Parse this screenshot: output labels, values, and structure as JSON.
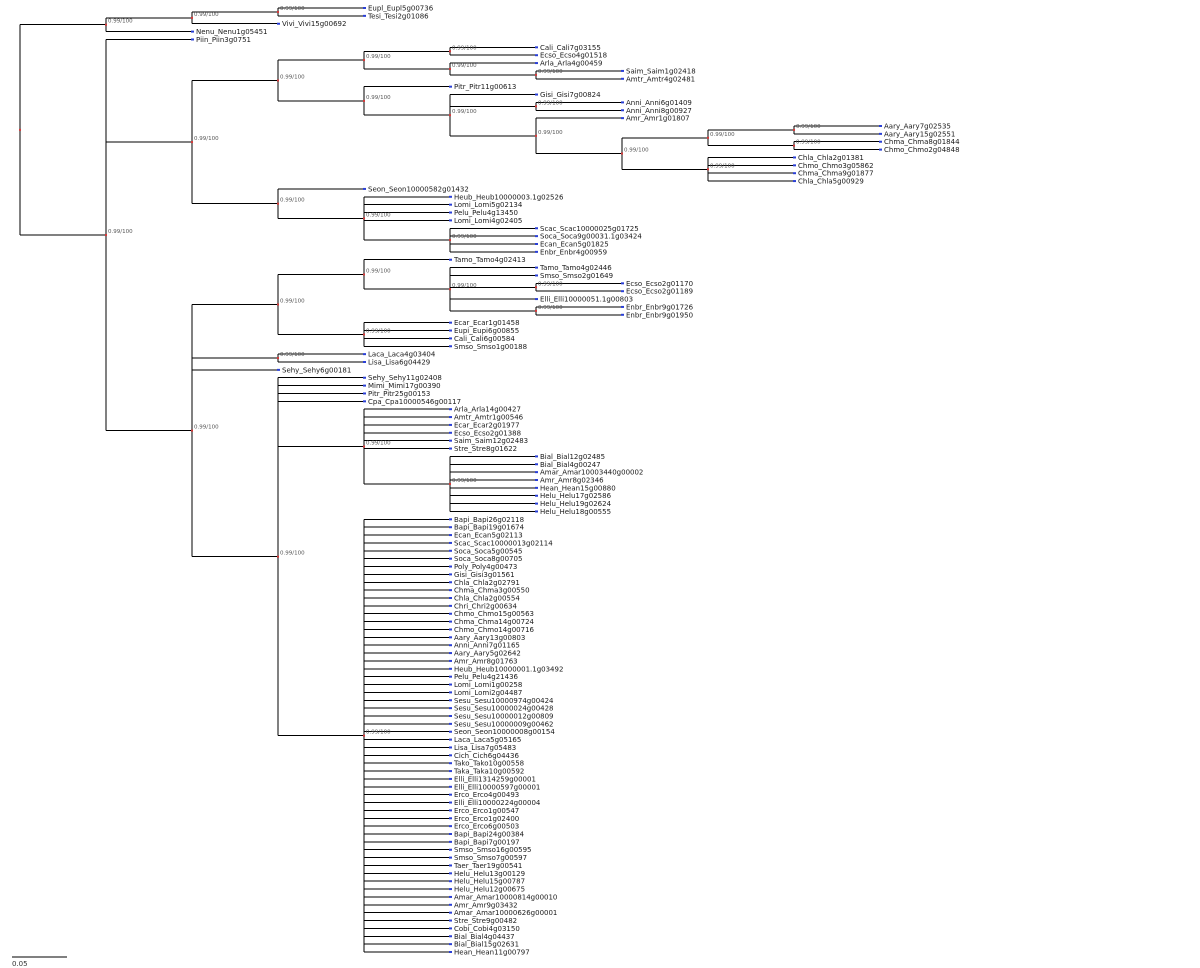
{
  "tree": {
    "scale_bar_label": "0.05",
    "colors": {
      "branch": "#000000",
      "leaf_marker": "#2a3fd6",
      "node_marker": "#d63a3a"
    },
    "root": {
      "children": [
        {
          "support": "0.99/100",
          "children": [
            {
              "support": "0.99/100",
              "children": [
                {
                  "support": "0.99/100",
                  "children": [
                    {
                      "label": "Eupl_Eupl5g00736"
                    },
                    {
                      "label": "Tesi_Tesi2g01086"
                    }
                  ]
                },
                {
                  "label": "Vivi_Vivi15g00692"
                }
              ]
            },
            {
              "label": "Nenu_Nenu1g05451"
            }
          ]
        },
        {
          "support": "0.99/100",
          "children": [
            {
              "label": "Piin_Piin3g0751"
            },
            {
              "support": "0.99/100",
              "children": [
                {
                  "support": "0.99/100",
                  "children": [
                    {
                      "support": "0.99/100",
                      "children": [
                        {
                          "support": "0.99/100",
                          "children": [
                            {
                              "label": "Cali_Cali7g03155"
                            },
                            {
                              "label": "Ecso_Ecso4g01518"
                            }
                          ]
                        },
                        {
                          "support": "0.99/100",
                          "children": [
                            {
                              "label": "Arla_Arla4g00459"
                            },
                            {
                              "support": "0.99/100",
                              "children": [
                                {
                                  "label": "Saim_Saim1g02418"
                                },
                                {
                                  "label": "Amtr_Amtr4g02481"
                                }
                              ]
                            }
                          ]
                        }
                      ]
                    },
                    {
                      "support": "0.99/100",
                      "children": [
                        {
                          "label": "Pitr_Pitr11g00613"
                        },
                        {
                          "support": "0.99/100",
                          "children": [
                            {
                              "label": "Gisi_Gisi7g00824"
                            },
                            {
                              "support": "0.99/100",
                              "children": [
                                {
                                  "label": "Anni_Anni6g01409"
                                },
                                {
                                  "label": "Anni_Anni8g00927"
                                }
                              ]
                            },
                            {
                              "support": "0.99/100",
                              "children": [
                                {
                                  "label": "Amr_Amr1g01807"
                                },
                                {
                                  "support": "0.99/100",
                                  "children": [
                                    {
                                      "support": "0.99/100",
                                      "children": [
                                        {
                                          "support": "0.99/100",
                                          "children": [
                                            {
                                              "label": "Aary_Aary7g02535"
                                            },
                                            {
                                              "label": "Aary_Aary15g02551"
                                            }
                                          ]
                                        },
                                        {
                                          "support": "0.99/100",
                                          "children": [
                                            {
                                              "label": "Chma_Chma8g01844"
                                            },
                                            {
                                              "label": "Chmo_Chmo2g04848"
                                            }
                                          ]
                                        }
                                      ]
                                    },
                                    {
                                      "support": "0.99/100",
                                      "children": [
                                        {
                                          "label": "Chla_Chla2g01381"
                                        },
                                        {
                                          "label": "Chmo_Chmo3g05862"
                                        },
                                        {
                                          "label": "Chma_Chma9g01877"
                                        },
                                        {
                                          "label": "Chla_Chla5g00929"
                                        }
                                      ]
                                    }
                                  ]
                                }
                              ]
                            }
                          ]
                        }
                      ]
                    }
                  ]
                },
                {
                  "support": "0.99/100",
                  "children": [
                    {
                      "label": "Seon_Seon10000582g01432"
                    },
                    {
                      "support": "0.99/100",
                      "children": [
                        {
                          "label": "Heub_Heub10000003.1g02526"
                        },
                        {
                          "label": "Lomi_Lomi5g02134"
                        },
                        {
                          "label": "Pelu_Pelu4g13450"
                        },
                        {
                          "label": "Lomi_Lomi4g02405"
                        },
                        {
                          "support": "0.99/100",
                          "children": [
                            {
                              "label": "Scac_Scac10000025g01725"
                            },
                            {
                              "label": "Soca_Soca9g00031.1g03424"
                            },
                            {
                              "label": "Ecan_Ecan5g01825"
                            },
                            {
                              "label": "Enbr_Enbr4g00959"
                            }
                          ]
                        }
                      ]
                    }
                  ]
                }
              ]
            },
            {
              "support": "0.99/100",
              "children": [
                {
                  "support": "0.99/100",
                  "children": [
                    {
                      "support": "0.99/100",
                      "children": [
                        {
                          "label": "Tamo_Tamo4g02413"
                        },
                        {
                          "support": "0.99/100",
                          "children": [
                            {
                              "label": "Tamo_Tamo4g02446"
                            },
                            {
                              "label": "Smso_Smso2g01649"
                            },
                            {
                              "support": "0.99/100",
                              "children": [
                                {
                                  "label": "Ecso_Ecso2g01170"
                                },
                                {
                                  "label": "Ecso_Ecso2g01189"
                                }
                              ]
                            },
                            {
                              "label": "Elli_Elli10000051.1g00803"
                            },
                            {
                              "support": "0.99/100",
                              "children": [
                                {
                                  "label": "Enbr_Enbr9g01726"
                                },
                                {
                                  "label": "Enbr_Enbr9g01950"
                                }
                              ]
                            }
                          ]
                        }
                      ]
                    },
                    {
                      "support": "0.99/100",
                      "children": [
                        {
                          "label": "Ecar_Ecar1g01458"
                        },
                        {
                          "label": "Eupi_Eupi6g00855"
                        },
                        {
                          "label": "Cali_Cali6g00584"
                        },
                        {
                          "label": "Smso_Smso1g00188"
                        }
                      ]
                    }
                  ]
                },
                {
                  "support": "0.99/100",
                  "children": [
                    {
                      "label": "Laca_Laca4g03404"
                    },
                    {
                      "label": "Lisa_Lisa6g04429"
                    }
                  ]
                },
                {
                  "label": "Sehy_Sehy6g00181"
                },
                {
                  "support": "0.99/100",
                  "children": [
                    {
                      "label": "Sehy_Sehy11g02408"
                    },
                    {
                      "label": "Mimi_Mimi17g00390"
                    },
                    {
                      "label": "Pitr_Pitr25g00153"
                    },
                    {
                      "label": "Cpa_Cpa10000546g00117"
                    },
                    {
                      "support": "0.99/100",
                      "children": [
                        {
                          "label": "Arla_Arla14g00427"
                        },
                        {
                          "label": "Amtr_Amtr1g00546"
                        },
                        {
                          "label": "Ecar_Ecar2g01977"
                        },
                        {
                          "label": "Ecso_Ecso2g01388"
                        },
                        {
                          "label": "Saim_Saim12g02483"
                        },
                        {
                          "label": "Stre_Stre8g01622"
                        },
                        {
                          "support": "0.99/100",
                          "children": [
                            {
                              "label": "Bial_Bial12g02485"
                            },
                            {
                              "label": "Bial_Bial4g00247"
                            },
                            {
                              "label": "Amar_Amar10003440g00002"
                            },
                            {
                              "label": "Amr_Amr8g02346"
                            },
                            {
                              "label": "Hean_Hean15g00880"
                            },
                            {
                              "label": "Helu_Helu17g02586"
                            },
                            {
                              "label": "Helu_Helu19g02624"
                            },
                            {
                              "label": "Helu_Helu18g00555"
                            }
                          ]
                        }
                      ]
                    },
                    {
                      "support": "0.99/100",
                      "children": [
                        {
                          "label": "Bapi_Bapi26g02118"
                        },
                        {
                          "label": "Bapi_Bapi19g01674"
                        },
                        {
                          "label": "Ecan_Ecan5g02113"
                        },
                        {
                          "label": "Scac_Scac10000013g02114"
                        },
                        {
                          "label": "Soca_Soca5g00545"
                        },
                        {
                          "label": "Soca_Soca8g00705"
                        },
                        {
                          "label": "Poly_Poly4g00473"
                        },
                        {
                          "label": "Gisi_Gisi3g01561"
                        },
                        {
                          "label": "Chla_Chla2g02791"
                        },
                        {
                          "label": "Chma_Chma3g00550"
                        },
                        {
                          "label": "Chla_Chla2g00554"
                        },
                        {
                          "label": "Chri_Chri2g00634"
                        },
                        {
                          "label": "Chmo_Chmo15g00563"
                        },
                        {
                          "label": "Chma_Chma14g00724"
                        },
                        {
                          "label": "Chmo_Chmo14g00716"
                        },
                        {
                          "label": "Aary_Aary13g00803"
                        },
                        {
                          "label": "Anni_Anni7g01165"
                        },
                        {
                          "label": "Aary_Aary5g02642"
                        },
                        {
                          "label": "Amr_Amr8g01763"
                        },
                        {
                          "label": "Heub_Heub10000001.1g03492"
                        },
                        {
                          "label": "Pelu_Pelu4g21436"
                        },
                        {
                          "label": "Lomi_Lomi1g00258"
                        },
                        {
                          "label": "Lomi_Lomi2g04487"
                        },
                        {
                          "label": "Sesu_Sesu10000974g00424"
                        },
                        {
                          "label": "Sesu_Sesu10000024g00428"
                        },
                        {
                          "label": "Sesu_Sesu10000012g00809"
                        },
                        {
                          "label": "Sesu_Sesu10000009g00462"
                        },
                        {
                          "label": "Seon_Seon10000008g00154"
                        },
                        {
                          "label": "Laca_Laca5g05165"
                        },
                        {
                          "label": "Lisa_Lisa7g05483"
                        },
                        {
                          "label": "Cich_Cich6g04436"
                        },
                        {
                          "label": "Tako_Tako10g00558"
                        },
                        {
                          "label": "Taka_Taka10g00592"
                        },
                        {
                          "label": "Elli_Elli1314259g00001"
                        },
                        {
                          "label": "Elli_Elli10000597g00001"
                        },
                        {
                          "label": "Erco_Erco4g00493"
                        },
                        {
                          "label": "Elli_Elli10000224g00004"
                        },
                        {
                          "label": "Erco_Erco1g00547"
                        },
                        {
                          "label": "Erco_Erco1g02400"
                        },
                        {
                          "label": "Erco_Erco6g00503"
                        },
                        {
                          "label": "Bapi_Bapi24g00384"
                        },
                        {
                          "label": "Bapi_Bapi7g00197"
                        },
                        {
                          "label": "Smso_Smso16g00595"
                        },
                        {
                          "label": "Smso_Smso7g00597"
                        },
                        {
                          "label": "Taer_Taer19g00541"
                        },
                        {
                          "label": "Helu_Helu13g00129"
                        },
                        {
                          "label": "Helu_Helu15g00787"
                        },
                        {
                          "label": "Helu_Helu12g00675"
                        },
                        {
                          "label": "Amar_Amar10000814g00010"
                        },
                        {
                          "label": "Amr_Amr9g03432"
                        },
                        {
                          "label": "Amar_Amar10000626g00001"
                        },
                        {
                          "label": "Stre_Stre9g00482"
                        },
                        {
                          "label": "Cobi_Cobi4g03150"
                        },
                        {
                          "label": "Bial_Bial4g04437"
                        },
                        {
                          "label": "Bial_Bial15g02631"
                        },
                        {
                          "label": "Hean_Hean11g00797"
                        }
                      ]
                    }
                  ]
                }
              ]
            }
          ]
        }
      ]
    }
  }
}
